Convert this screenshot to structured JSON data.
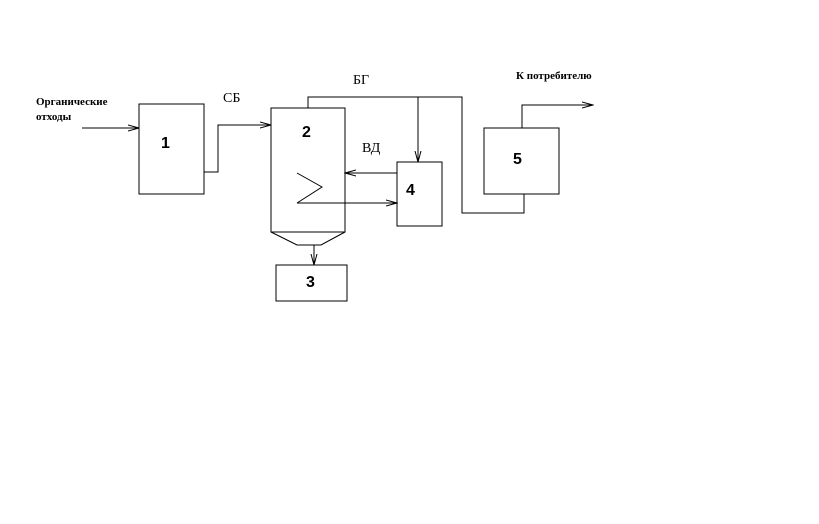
{
  "diagram": {
    "input_label_line1": "Органические",
    "input_label_line2": "отходы",
    "flow_sb": "СБ",
    "flow_bg": "БГ",
    "flow_vd": "ВД",
    "output_label": "К потребителю",
    "blocks": [
      {
        "id": "1",
        "label": "1"
      },
      {
        "id": "2",
        "label": "2"
      },
      {
        "id": "3",
        "label": "3"
      },
      {
        "id": "4",
        "label": "4"
      },
      {
        "id": "5",
        "label": "5"
      }
    ]
  }
}
